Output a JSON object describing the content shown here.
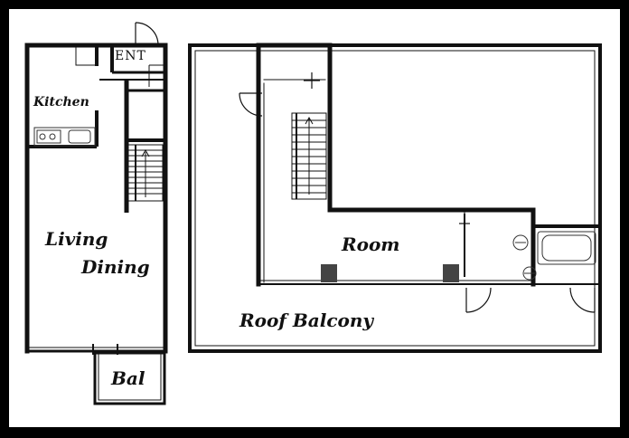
{
  "rooms": {
    "ent": "ENT",
    "kitchen": "Kitchen",
    "living": "Living",
    "dining": "Dining",
    "bal": "Bal",
    "room": "Room",
    "roof_balcony": "Roof Balcony"
  },
  "colors": {
    "frame": "#000000",
    "paper": "#ffffff",
    "wall": "#111111",
    "fixture": "#555555"
  }
}
